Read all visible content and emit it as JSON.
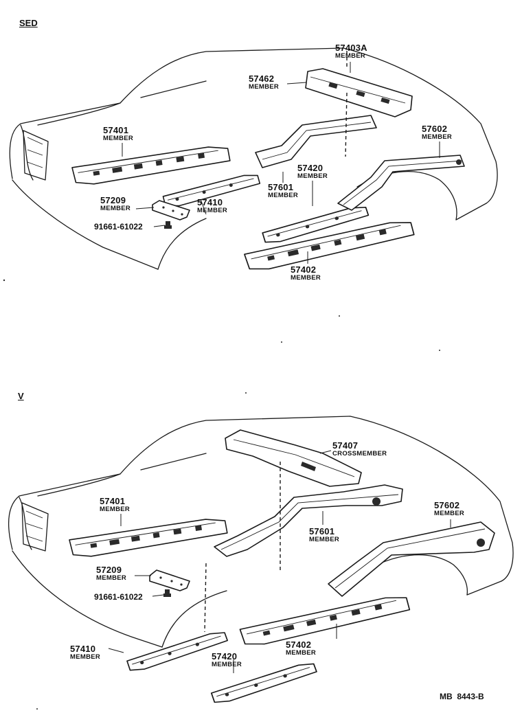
{
  "sections": [
    {
      "title": "SED",
      "callouts": [
        {
          "part_no": "57403A",
          "name": "MEMBER"
        },
        {
          "part_no": "57462",
          "name": "MEMBER"
        },
        {
          "part_no": "57401",
          "name": "MEMBER"
        },
        {
          "part_no": "57602",
          "name": "MEMBER"
        },
        {
          "part_no": "57420",
          "name": "MEMBER"
        },
        {
          "part_no": "57601",
          "name": "MEMBER"
        },
        {
          "part_no": "57209",
          "name": "MEMBER"
        },
        {
          "part_no": "57410",
          "name": "MEMBER"
        },
        {
          "part_no": "91661-61022",
          "name": ""
        },
        {
          "part_no": "57402",
          "name": "MEMBER"
        }
      ]
    },
    {
      "title": "V",
      "callouts": [
        {
          "part_no": "57407",
          "name": "CROSSMEMBER"
        },
        {
          "part_no": "57401",
          "name": "MEMBER"
        },
        {
          "part_no": "57602",
          "name": "MEMBER"
        },
        {
          "part_no": "57601",
          "name": "MEMBER"
        },
        {
          "part_no": "57209",
          "name": "MEMBER"
        },
        {
          "part_no": "91661-61022",
          "name": ""
        },
        {
          "part_no": "57410",
          "name": "MEMBER"
        },
        {
          "part_no": "57402",
          "name": "MEMBER"
        },
        {
          "part_no": "57420",
          "name": "MEMBER"
        }
      ]
    }
  ],
  "diagram_code": "MB  8443-B"
}
